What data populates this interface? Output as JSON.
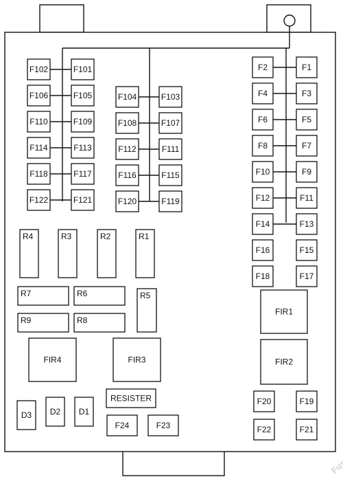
{
  "fuse_box": {
    "left_fuses": {
      "col_left": [
        "F102",
        "F106",
        "F110",
        "F114",
        "F118",
        "F122"
      ],
      "col_right": [
        "F101",
        "F105",
        "F109",
        "F113",
        "F117",
        "F121"
      ]
    },
    "mid_fuses": {
      "col_left": [
        "F104",
        "F108",
        "F112",
        "F116",
        "F120"
      ],
      "col_right": [
        "F103",
        "F107",
        "F111",
        "F115",
        "F119"
      ]
    },
    "right_fuses": {
      "col_left": [
        "F2",
        "F4",
        "F6",
        "F8",
        "F10",
        "F12",
        "F14",
        "F16",
        "F18"
      ],
      "col_right": [
        "F1",
        "F3",
        "F5",
        "F7",
        "F9",
        "F11",
        "F13",
        "F15",
        "F17"
      ]
    },
    "tall_relays": [
      "R4",
      "R3",
      "R2",
      "R1"
    ],
    "wide_relays": [
      "R7",
      "R6",
      "R9",
      "R8"
    ],
    "relay_r5": "R5",
    "big_relays": {
      "fir1": "FIR1",
      "fir2": "FIR2",
      "fir3": "FIR3",
      "fir4": "FIR4"
    },
    "resister": "RESISTER",
    "diodes": [
      "D3",
      "D2",
      "D1"
    ],
    "bottom_fuses": {
      "f24": "F24",
      "f23": "F23",
      "f20": "F20",
      "f19": "F19",
      "f22": "F22",
      "f21": "F21"
    }
  },
  "watermark": "Fuse-Box.info"
}
